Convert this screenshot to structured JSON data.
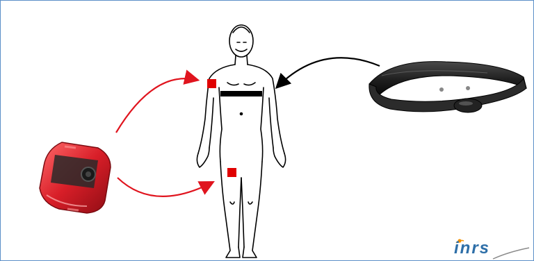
{
  "colors": {
    "frame": "#5b8fc7",
    "marker": "#e00000",
    "left_arrow": "#e0141e",
    "right_arrow": "#000000",
    "logo_blue": "#2e6fa8",
    "logo_orange": "#f29100",
    "device_red": "#d81e28",
    "strap": "#1f1f1f"
  },
  "items": {
    "body": {
      "name": "human-body-outline"
    },
    "sensor_arm": {
      "name": "sensor-marker-arm"
    },
    "sensor_thigh": {
      "name": "sensor-marker-thigh"
    },
    "chest_strap_on_body": {
      "name": "chest-strap-band"
    },
    "accelerometer": {
      "name": "red-accelerometer-device"
    },
    "heart_rate_belt": {
      "name": "heart-rate-chest-belt"
    }
  },
  "logo": {
    "text": "inrs"
  }
}
